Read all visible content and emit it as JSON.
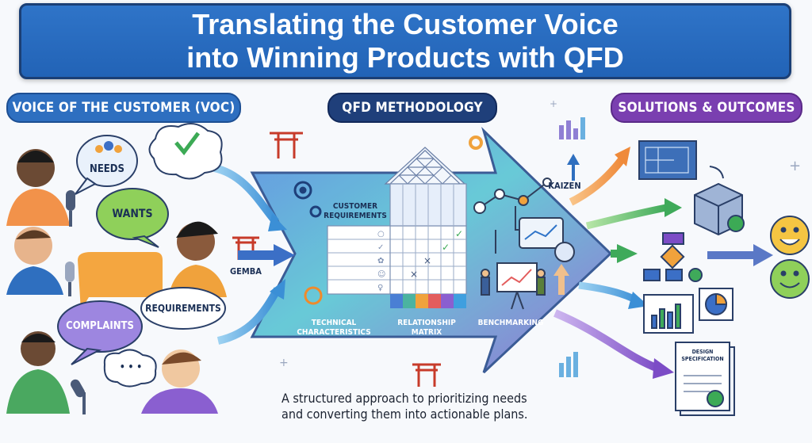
{
  "title": {
    "line1": "Translating the Customer Voice",
    "line2": "into Winning Products with QFD"
  },
  "sections": {
    "voc": "VOICE OF THE CUSTOMER (VOC)",
    "qfd": "QFD METHODOLOGY",
    "solutions": "SOLUTIONS & OUTCOMES"
  },
  "voc_bubbles": {
    "needs": "NEEDS",
    "wants": "WANTS",
    "requirements": "REQUIREMENTS",
    "complaints": "COMPLAINTS",
    "dots": "• • •"
  },
  "qfd_labels": {
    "gemba": "GEMBA",
    "customer_requirements_1": "CUSTOMER",
    "customer_requirements_2": "REQUIREMENTS",
    "technical_1": "TECHNICAL",
    "technical_2": "CHARACTERISTICS",
    "relationship_1": "RELATIONSHIP",
    "relationship_2": "MATRIX",
    "benchmarking": "BENCHMARKING",
    "kaizen": "KAIZEN"
  },
  "outcomes": {
    "design_spec_1": "DESIGN",
    "design_spec_2": "SPECIFICATION"
  },
  "caption": {
    "line1": "A structured approach to prioritizing needs",
    "line2": "and converting them into actionable plans."
  },
  "colors": {
    "title_bg": "#2a6cc0",
    "voc_pill": "#2e6fc0",
    "qfd_pill": "#1f3f7a",
    "solutions_pill": "#7a3fb0",
    "arrow_teal": "#4bb6c8",
    "arrow_purple": "#7c5cc4",
    "smiley": "#f5c542"
  }
}
